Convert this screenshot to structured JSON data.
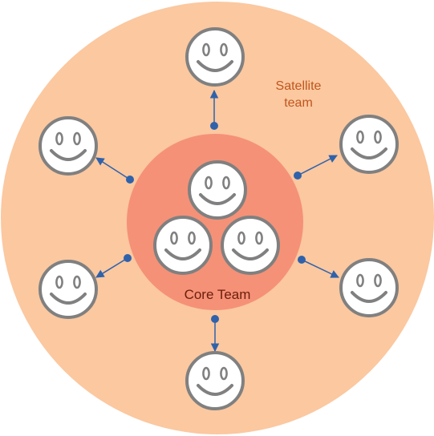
{
  "labels": {
    "satellite_line1": "Satellite",
    "satellite_line2": "team",
    "core": "Core Team"
  },
  "colors": {
    "outer_circle": "#FBC8A0",
    "inner_circle": "#F59177",
    "face_fill": "#FFFFFF",
    "face_stroke": "#808080",
    "arrow": "#2F62AA",
    "satellite_text": "#C0561E",
    "core_text": "#6B1E0C"
  },
  "icons": {
    "member": "smiley-face-icon"
  }
}
